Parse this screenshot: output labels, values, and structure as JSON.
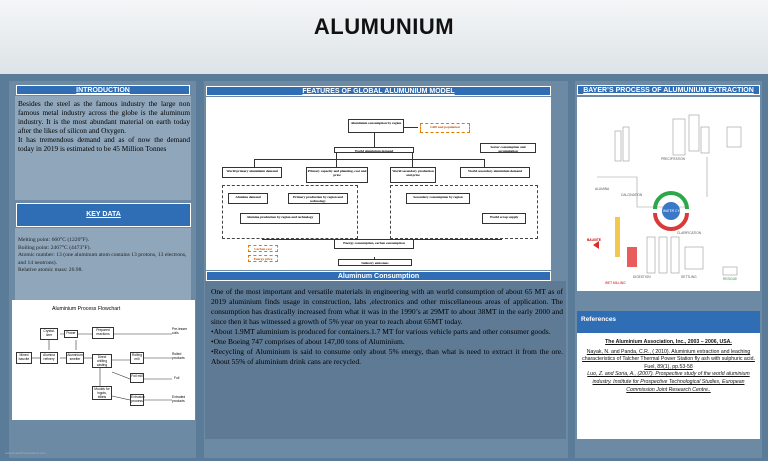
{
  "header": {
    "title": "ALUMUNIUM"
  },
  "introduction": {
    "heading": "INTRODUCTION",
    "paragraph1": "Besides the steel as the famous industry the large non famous metal industry across the globe is the aluminum industry. It is the most abundant material on earth today after the likes of silicon and Oxygen.",
    "paragraph2": "It has tremendous demand and as of now the demand today  in 2019 is estimated to be 45 Million Tonnes"
  },
  "key_data": {
    "heading": "KEY DATA",
    "lines": [
      "Melting point: 660°C (1220°F).",
      "Boiling point: 2467°C (4473°F).",
      "Atomic number: 13 (one aluminum atom contains 13 protons, 13 electrons, and 14 neutrons).",
      "Relative atomic mass: 26.98."
    ]
  },
  "flowchart": {
    "title": "Aluminium Process Flowchart",
    "boxes": {
      "crystal": "Crystal-lizer",
      "power": "Power",
      "prepared": "Prepared reactions",
      "mined": "Mined bauxite",
      "alumina_refinery": "Alumina refinery",
      "smelter": "Aluminium smelter",
      "direct_chill": "Direct chilling casting",
      "rolling": "Rolling mill",
      "foil": "Foil mill",
      "extrusion": "Extrusion process",
      "moulds": "Moulds for ingots, billets"
    },
    "outputs": [
      "Pre-lesser coils",
      "Rolled products",
      "Foil",
      "Extruded products"
    ]
  },
  "features": {
    "heading": "FEATURES OF GLOBAL ALUMUNIUM MODEL",
    "diagram": {
      "consumption_by_region": "Aluminium consumption by region",
      "gdp": "GDP and population",
      "world_demand": "World aluminium demand",
      "sector_consumption": "Sector consumption and accumulation",
      "world_primary": "World primary aluminium demand",
      "primary_capacity": "Primary capacity and planning, cost and price",
      "secondary_production": "World secondary production and price",
      "secondary_demand": "World secondary aluminium demand",
      "alumina_demand": "Alumina demand",
      "primary_by_region": "Primary production by region and technology",
      "alumina_production": "Alumina production by region and technology",
      "secondary_consumption": "Secondary consumption by region",
      "scrap_supply": "World scrap supply",
      "energy": "Energy consumption, carbon consumption",
      "carbon_cost": "Carbon cost",
      "energy_price": "Energy price",
      "industry_emissions": "Industry emissions"
    }
  },
  "consumption": {
    "heading": "Aluminum Consumption",
    "paragraph1": "One of the most important and versatile materials in engineering with an world consumption of about 65 MT as of 2019 aluminium finds usage in construction, labs ,electronics and other miscellaneous areas of application. The consumption has drastically increased  from what it was in the 1990’s at 29MT to about 38MT in the early 2000 and since then it has witnessed a growth of 5%  year on year to reach about 65MT today.",
    "bullet1": "•About 1.9MT aluminium is produced for containers.1.7 MT for various vehicle parts and other consumer goods.",
    "bullet2": "•One Boeing 747 comprises of about 147,00 tons of Aluminium.",
    "bullet3": "•Recycling of Aluminium is said to consume only about 5% energy, than what is need to extract it from the ore. About 55% of aluminium drink cans are recycled."
  },
  "bayer": {
    "heading": "BAYER’S PROCESS OF ALUMUNIUM EXTRACTION",
    "labels": {
      "bauxite": "BAUXITE",
      "alumina": "ALUMINA",
      "calcination": "CALCINATION",
      "precipitation": "PRECIPITATION",
      "water_cycle": "WATER CYCLE",
      "digestion": "DIGESTION",
      "settling": "SETTLING",
      "clarification": "CLARIFICATION",
      "residue": "RESIDUE",
      "mill": "WET MILLING"
    }
  },
  "references": {
    "heading": "References",
    "items": [
      "The Aluminium Association, Inc., 2003 – 2006, USA.",
      "Nayak, N. and Panda, C.R., ( 2010). Aluminium extraction and leaching characteristics of Talcher Thermal Power Station fly ash with sulphuric acid. Fuel, 89(1), pp.53-58",
      "Luo, Z. and Soria, A., (2007). Prospective study of the world aluminium industry. Institute for Prospective Technological Studies, European Commission Joint Research Centre.."
    ]
  },
  "footer": {
    "text": "www.PosterPresentations.com"
  },
  "colors": {
    "background": "#5b7c98",
    "section_head": "#2f6eb5",
    "orange": "#e07a00"
  }
}
